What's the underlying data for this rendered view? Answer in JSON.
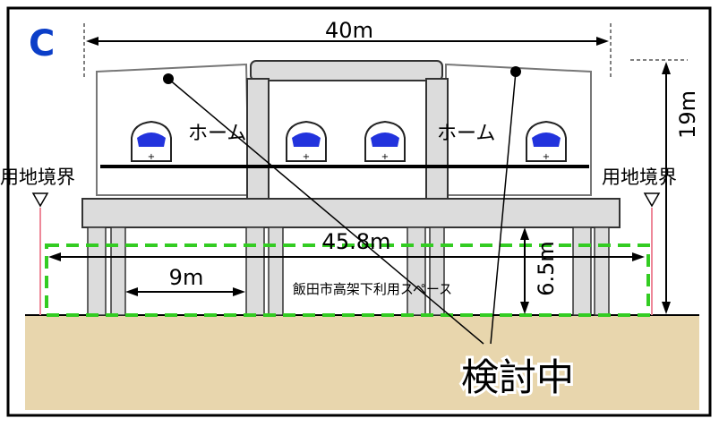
{
  "panel_letter": "C",
  "dimensions": {
    "overall_width": "40m",
    "height": "19m",
    "under_space_width": "45.8m",
    "under_space_height": "6.5m",
    "pillar_spacing": "9m"
  },
  "labels": {
    "platform_left": "ホーム",
    "platform_right": "ホーム",
    "boundary_left": "用地境界",
    "boundary_right": "用地境界",
    "under_space": "飯田市高架下利用スペース",
    "under_review": "検討中"
  },
  "colors": {
    "letter": "#0b3ec8",
    "ground": "#e8d6ad",
    "dashed_area": "#33cc22",
    "boundary_line": "#ee8899",
    "train_accent": "#2233dd"
  }
}
